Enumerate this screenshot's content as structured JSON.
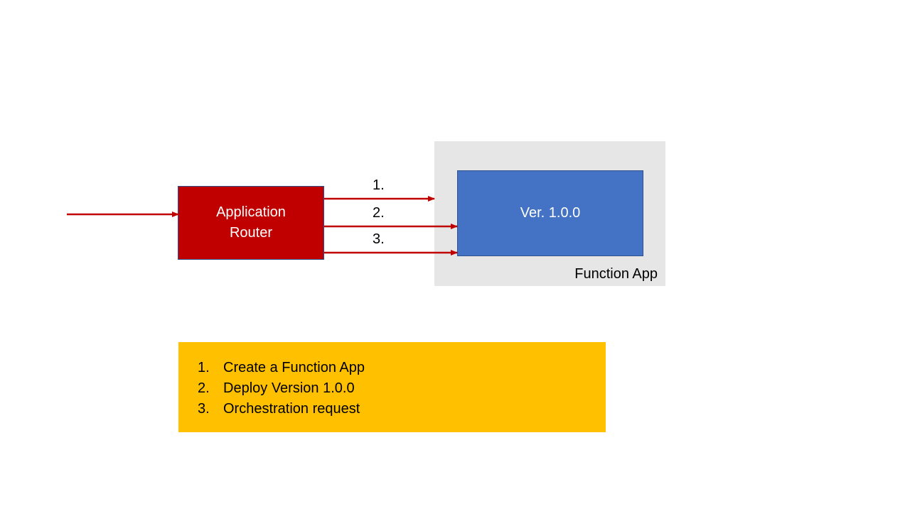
{
  "function_app": {
    "label": "Function App",
    "fill_color": "#e6e6e6"
  },
  "version_box": {
    "label": "Ver. 1.0.0",
    "fill_color": "#4472c4"
  },
  "router": {
    "label": "Application Router",
    "fill_color": "#c00000"
  },
  "arrow_color": "#c00000",
  "steps": [
    "1.",
    "2.",
    "3."
  ],
  "legend": {
    "fill_color": "#ffc000",
    "items": [
      {
        "number": "1.",
        "text": "Create a Function App"
      },
      {
        "number": "2.",
        "text": "Deploy Version 1.0.0"
      },
      {
        "number": "3.",
        "text": "Orchestration request"
      }
    ]
  }
}
